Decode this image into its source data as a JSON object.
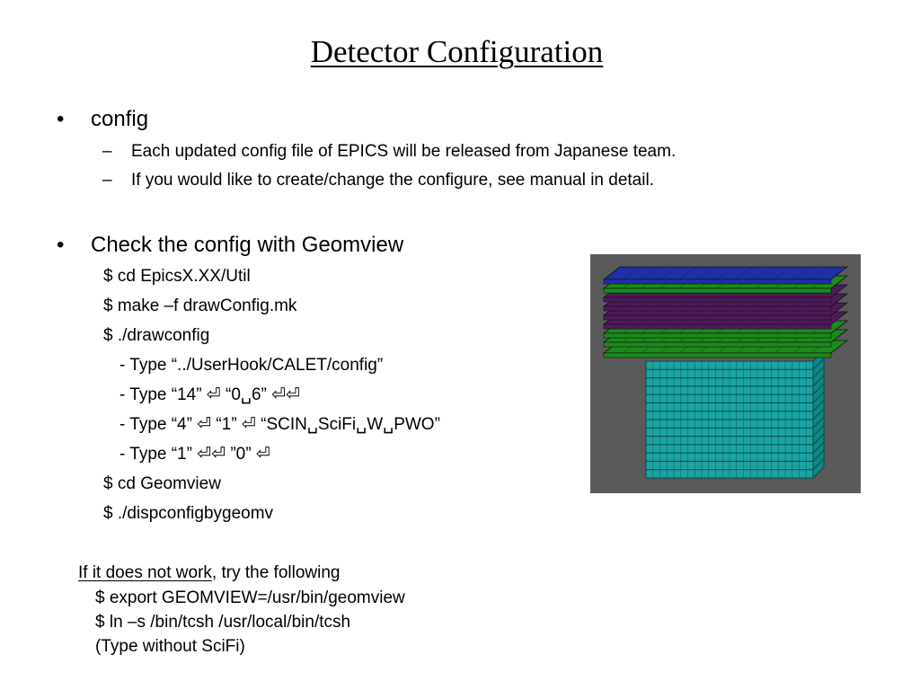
{
  "title": "Detector Configuration",
  "bullets": [
    {
      "text": "config",
      "sub": [
        "Each updated config file of EPICS will be released from Japanese team.",
        "If you would like to create/change the configure, see manual in detail."
      ]
    },
    {
      "text": "Check the config with Geomview",
      "commands": [
        "$ cd EpicsX.XX/Util",
        "$ make –f drawConfig.mk",
        "$ ./drawconfig",
        "- Type “../UserHook/CALET/config”",
        "- Type “14” ⏎ “0␣6” ⏎⏎",
        "- Type “4” ⏎ “1” ⏎ “SCIN␣SciFi␣W␣PWO”",
        "- Type “1” ⏎⏎ ”0” ⏎",
        "$ cd Geomview",
        "$ ./dispconfigbygeomv"
      ]
    }
  ],
  "note": {
    "link": "If it does not work",
    "rest": ", try the following",
    "lines": [
      "$ export GEOMVIEW=/usr/bin/geomview",
      "$ ln –s /bin/tcsh /usr/local/bin/tcsh",
      "(Type without SciFi)"
    ]
  },
  "figure": {
    "colors": {
      "background": "#5a5a5a",
      "top_layer": "#1f2fa8",
      "green_layer": "#1c8a1c",
      "purple_layer": "#4e1a5a",
      "calorimeter": "#1aa4a4",
      "grid_line": "#0b4a4a"
    }
  }
}
